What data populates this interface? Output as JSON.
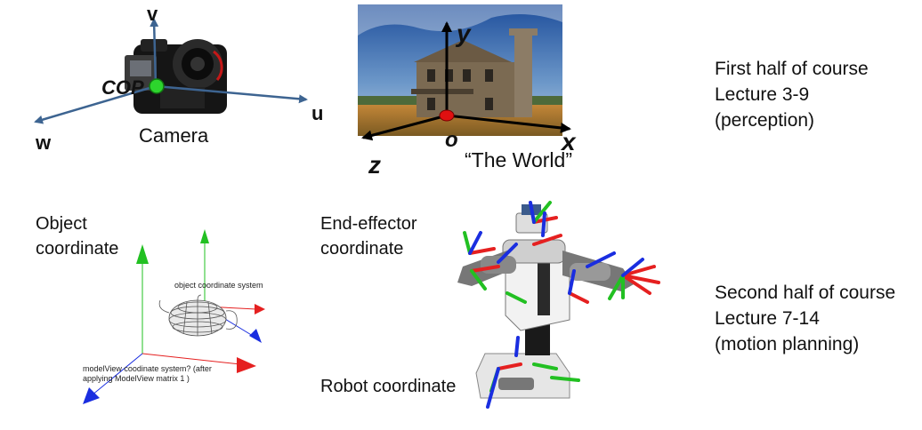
{
  "camera": {
    "label": "Camera",
    "axis_v": "v",
    "axis_u": "u",
    "axis_w": "w",
    "cop": "COP"
  },
  "world": {
    "caption": "“The World”",
    "axis_y": "y",
    "axis_x": "x",
    "axis_z": "z",
    "origin": "o"
  },
  "course": {
    "first": [
      "First half of course",
      "Lecture 3-9",
      "(perception)"
    ],
    "second": [
      "Second half of course",
      "Lecture 7-14",
      "(motion planning)"
    ]
  },
  "object": {
    "label_line1": "Object",
    "label_line2": "coordinate",
    "inner_label": "object coordinate system",
    "modelview_line1": "modelView coodinate system? (after",
    "modelview_line2": "applying ModelView matrix 1 )"
  },
  "robot": {
    "end_effector_line1": "End-effector",
    "end_effector_line2": "coordinate",
    "robot_label": "Robot coordinate"
  },
  "colors": {
    "axis_blue": "#3d6491",
    "x_red": "#e52020",
    "y_green": "#22c022",
    "z_blue": "#1a2ee0",
    "cop_green": "#2dd42d",
    "origin_red": "#e01010"
  }
}
